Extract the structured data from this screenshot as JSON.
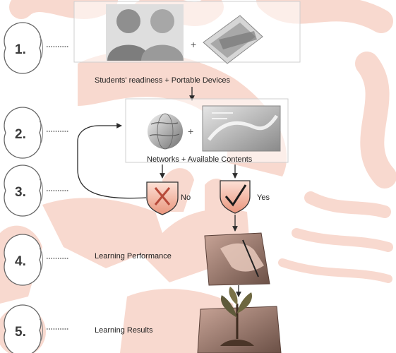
{
  "colors": {
    "watermark": "#f0a78f",
    "ink": "#2b2b2b",
    "stroke": "#555555",
    "check": "#1b1b1b"
  },
  "steps": [
    {
      "number": "1.",
      "caption": "Students' readiness + Portable Devices"
    },
    {
      "number": "2.",
      "caption": "Networks + Available Contents"
    },
    {
      "number": "3.",
      "caption": ""
    },
    {
      "number": "4.",
      "caption": "Learning Performance"
    },
    {
      "number": "5.",
      "caption": "Learning Results"
    }
  ],
  "plus_sign": "+",
  "decision": {
    "no_label": "No",
    "yes_label": "Yes"
  },
  "icons": {
    "students": "students-photo-icon",
    "device": "portable-device-icon",
    "network": "globe-network-icon",
    "contents": "content-screen-icon",
    "shield_no": "shield-x-icon",
    "shield_yes": "shield-check-icon",
    "performance": "hand-writing-icon",
    "results": "plant-growth-icon"
  }
}
